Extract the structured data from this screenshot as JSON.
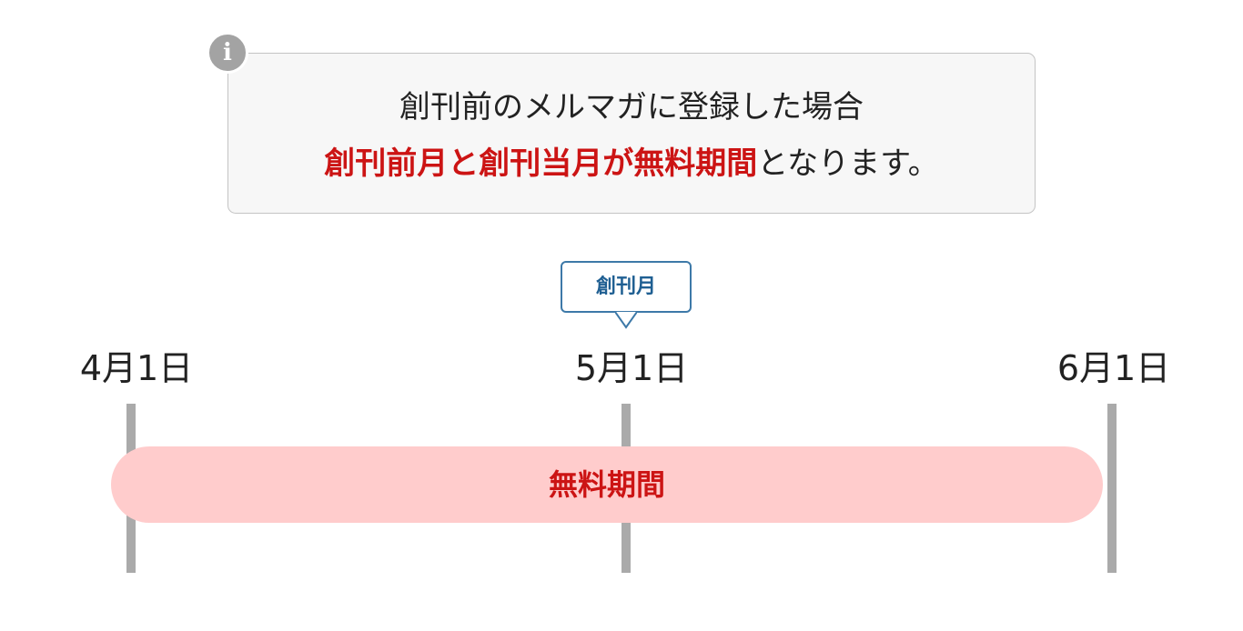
{
  "info": {
    "icon": "info-icon",
    "icon_glyph": "i",
    "line1": "創刊前のメルマガに登録した場合",
    "line2_highlight": "創刊前月と創刊当月が無料期間",
    "line2_rest": "となります。"
  },
  "callout": {
    "label": "創刊月"
  },
  "timeline": {
    "dates": [
      "4月1日",
      "5月1日",
      "6月1日"
    ],
    "bar_label": "無料期間"
  },
  "colors": {
    "highlight_red": "#cc1414",
    "bar_fill": "#ffcccc",
    "callout_blue": "#3d79a8",
    "tick_gray": "#aaaaaa",
    "box_background": "#f7f7f7"
  }
}
